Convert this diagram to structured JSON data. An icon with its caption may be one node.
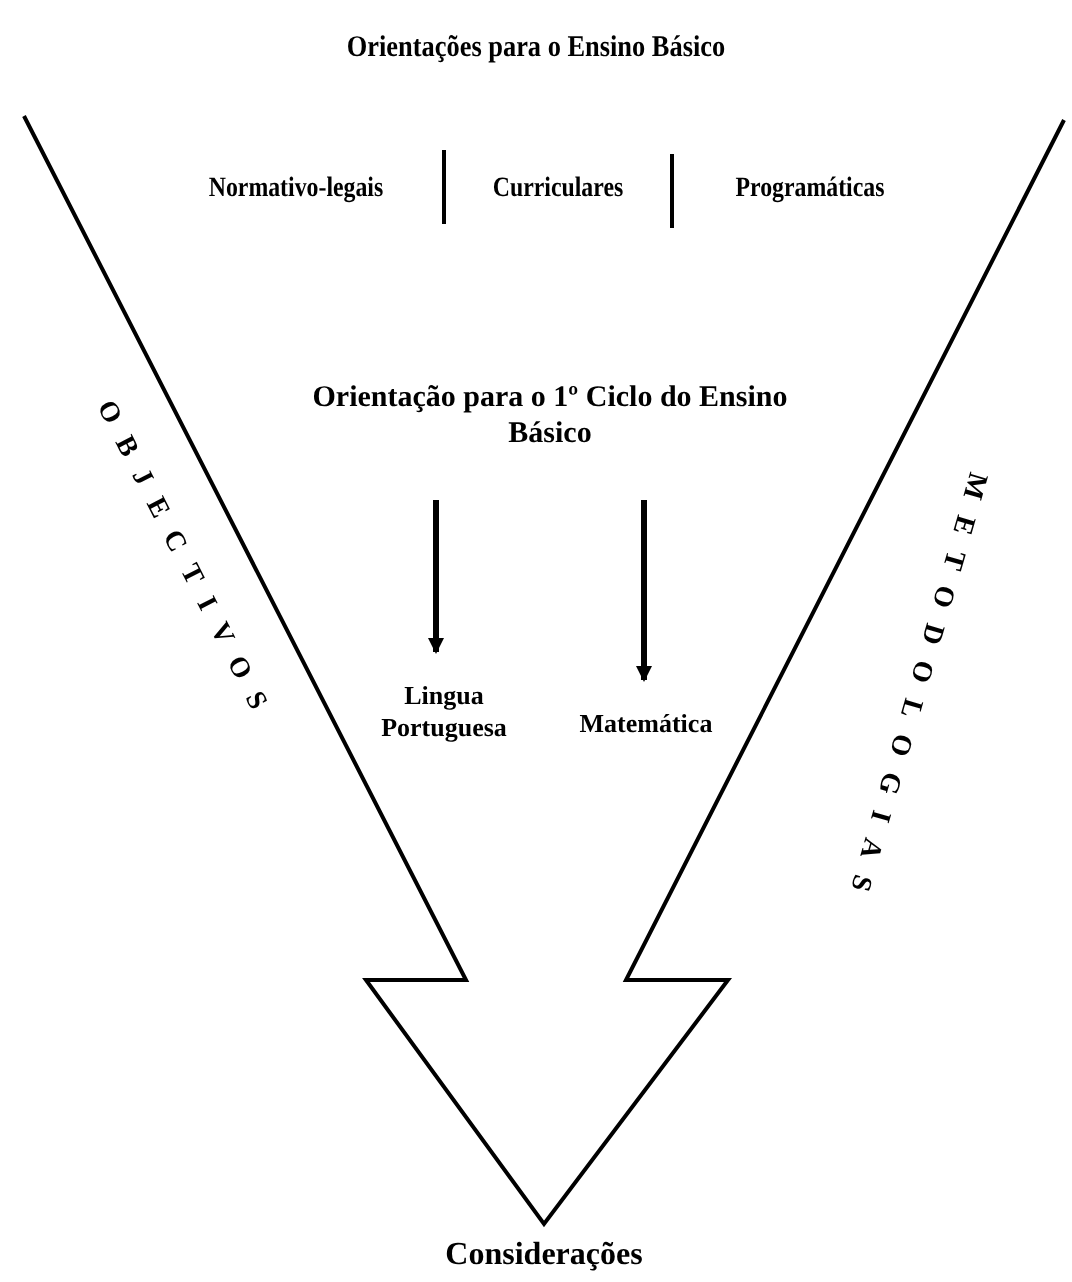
{
  "diagram": {
    "title": "Orientações para o Ensino Básico",
    "nodes": [
      {
        "text": [
          "Orientação para o 1º Ciclo do Ensino Básico"
        ]
      },
      {
        "text": [
          "Lingua Portuguesa"
        ]
      },
      {
        "text": [
          "Matemática"
        ]
      }
    ],
    "edges": [
      {
        "from": 0,
        "to": 1,
        "arrow": "to"
      },
      {
        "from": 0,
        "to": 2,
        "arrow": "to"
      }
    ],
    "labels": [
      "Normativo-legais",
      "Curriculares",
      "Programáticas",
      "OBJECTIVOS",
      "METODOLOGIAS",
      "Considerações"
    ]
  }
}
